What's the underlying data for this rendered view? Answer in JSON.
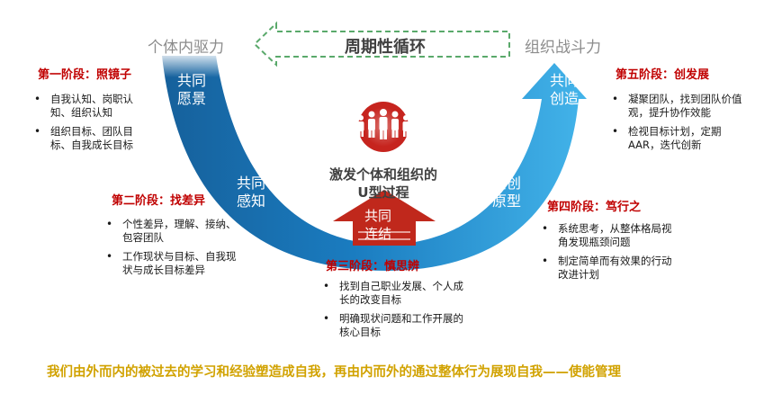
{
  "header": {
    "left_label": "个体内驱力",
    "cycle_label": "周期性循环",
    "right_label": "组织战斗力"
  },
  "arrow_labels": {
    "shared_vision": [
      "共同",
      "愿景"
    ],
    "shared_perception": [
      "共同",
      "感知"
    ],
    "shared_connection": [
      "共同",
      "连结"
    ],
    "co_prototype": [
      "共创",
      "原型"
    ],
    "co_creation": [
      "共同",
      "创造"
    ]
  },
  "center": {
    "text_line1": "激发个体和组织的",
    "text_line2": "U型过程",
    "icon": "group-people-icon"
  },
  "stages": [
    {
      "title": "第一阶段：照镜子",
      "bullets": [
        "自我认知、岗职认知、组织认知",
        "组织目标、团队目标、自我成长目标"
      ]
    },
    {
      "title": "第二阶段：找差异",
      "bullets": [
        "个性差异，理解、接纳、包容团队",
        "工作现状与目标、自我现状与成长目标差异"
      ]
    },
    {
      "title": "第三阶段：慎思辨",
      "bullets": [
        "找到自己职业发展、个人成长的改变目标",
        "明确现状问题和工作开展的核心目标"
      ]
    },
    {
      "title": "第四阶段：笃行之",
      "bullets": [
        "系统思考，从整体格局视角发现瓶颈问题",
        "制定简单而有效果的行动改进计划"
      ]
    },
    {
      "title": "第五阶段：创发展",
      "bullets": [
        "凝聚团队，找到团队价值观，提升协作效能",
        "检视目标计划，定期AAR，迭代创新"
      ]
    }
  ],
  "footer": {
    "text": "我们由外而内的被过去的学习和经验塑造成自我，再由内而外的通过整体行为展现自我——使能管理"
  },
  "colors": {
    "arc_dark": "#15609c",
    "arc_light": "#3aa6df",
    "stage_title": "#c00000",
    "connector_arrow": "#c0281c",
    "footer": "#d1a200",
    "cycle_arrow_border": "#5aa96b"
  }
}
